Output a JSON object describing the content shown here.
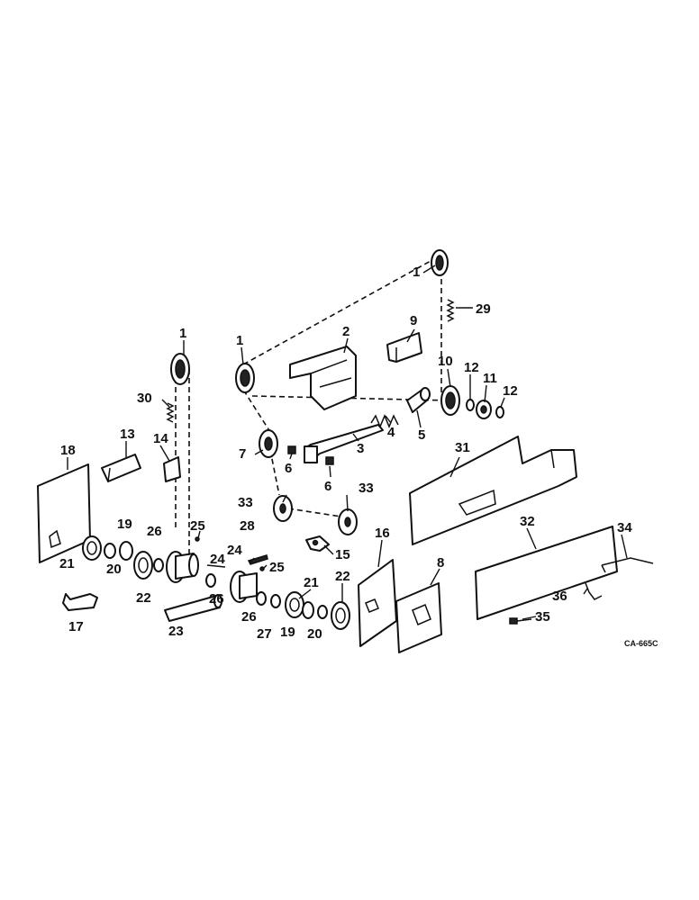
{
  "diagram": {
    "drawing_code": "CA-665C",
    "callouts": [
      "1",
      "1",
      "1",
      "2",
      "3",
      "4",
      "5",
      "6",
      "6",
      "7",
      "8",
      "9",
      "10",
      "11",
      "12",
      "12",
      "13",
      "14",
      "15",
      "16",
      "17",
      "18",
      "19",
      "19",
      "20",
      "20",
      "21",
      "21",
      "22",
      "22",
      "23",
      "24",
      "24",
      "25",
      "25",
      "26",
      "26",
      "26",
      "27",
      "28",
      "29",
      "30",
      "31",
      "32",
      "33",
      "33",
      "34",
      "35",
      "36"
    ]
  },
  "colors": {
    "ink": "#111111",
    "paper": "#ffffff"
  }
}
